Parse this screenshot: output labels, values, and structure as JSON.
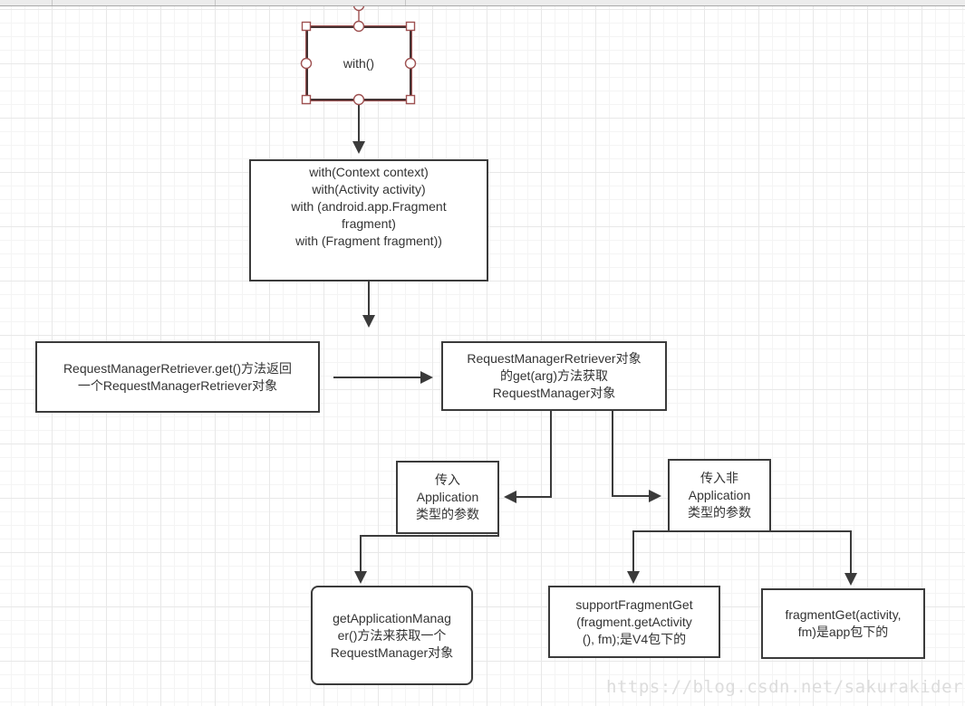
{
  "canvas": {
    "watermark": "https://blog.csdn.net/sakurakider"
  },
  "colors": {
    "node_border": "#3b3b3b",
    "node_fill": "#ffffff",
    "node_text": "#333333",
    "edge": "#3b3b3b",
    "selection_handle": "#9e5151",
    "grid_minor": "#f4f4f4",
    "grid_major": "#e8e8e8",
    "watermark_text": "#dcdcdc"
  },
  "nodes": {
    "with_method": {
      "label": "with()"
    },
    "with_overloads": {
      "label": "with(Context context)\nwith(Activity activity)\nwith  (android.app.Fragment\nfragment)\nwith  (Fragment fragment))"
    },
    "retriever_get": {
      "label": "RequestManagerRetriever.get()方法返回\n一个RequestManagerRetriever对象"
    },
    "retriever_obj_get": {
      "label": "RequestManagerRetriever对象\n的get(arg)方法获取\nRequestManager对象"
    },
    "app_param": {
      "label": "传入\nApplication\n类型的参数"
    },
    "non_app_param": {
      "label": "传入非\nApplication\n类型的参数"
    },
    "get_application_manager": {
      "label": "getApplicationManag\ner()方法来获取一个\nRequestManager对象"
    },
    "support_fragment_get": {
      "label": "supportFragmentGet\n(fragment.getActivity\n(), fm);是V4包下的"
    },
    "fragment_get": {
      "label": "fragmentGet(activity,\nfm)是app包下的"
    }
  }
}
